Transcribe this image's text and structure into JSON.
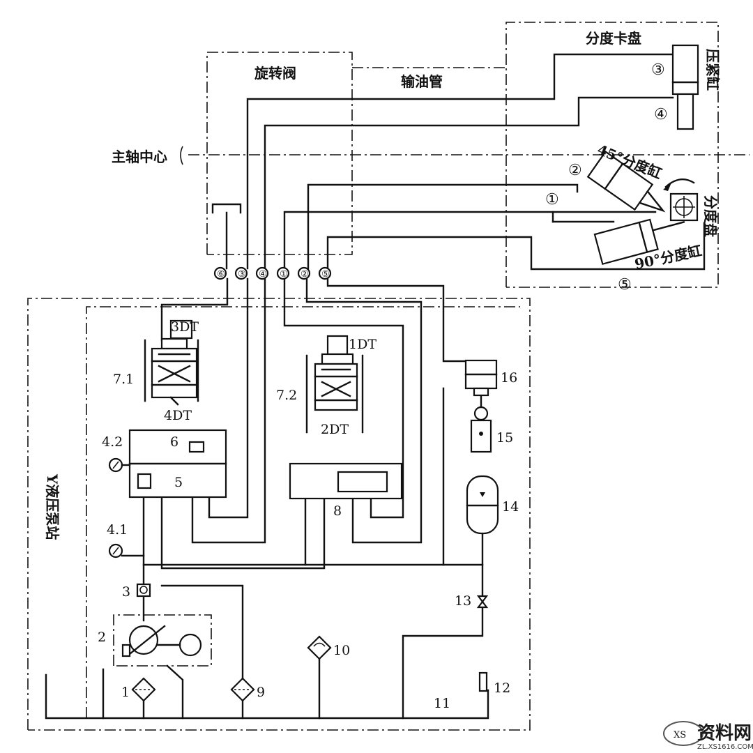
{
  "labels": {
    "rotary_valve": "旋转阀",
    "oil_pipe": "输油管",
    "indexing_chuck": "分度卡盘",
    "clamp_cylinder": "压紧缸",
    "spindle_center": "主轴中心",
    "cyl_45": "45°分度缸",
    "cyl_90": "90°分度缸",
    "indexing_plate": "分度盘",
    "pump_station": "Y液压泵站"
  },
  "circled": {
    "c1": "①",
    "c2": "②",
    "c3": "③",
    "c4": "④",
    "c5": "⑤"
  },
  "ports": [
    "⑥",
    "③",
    "④",
    "①",
    "②",
    "⑤"
  ],
  "solenoids": {
    "s3dt": "3DT",
    "s4dt": "4DT",
    "s1dt": "1DT",
    "s2dt": "2DT"
  },
  "components": {
    "n7_1": "7.1",
    "n7_2": "7.2",
    "n4_2": "4.2",
    "n6": "6",
    "n5": "5",
    "n16": "16",
    "n15": "15",
    "n14": "14",
    "n8": "8",
    "n4_1": "4.1",
    "n3": "3",
    "n13": "13",
    "n2": "2",
    "n10": "10",
    "n1": "1",
    "n9": "9",
    "n12": "12",
    "n11": "11"
  },
  "watermark": {
    "brand": "资料网",
    "logo": "XS",
    "url": "ZL.XS1616.COM"
  }
}
